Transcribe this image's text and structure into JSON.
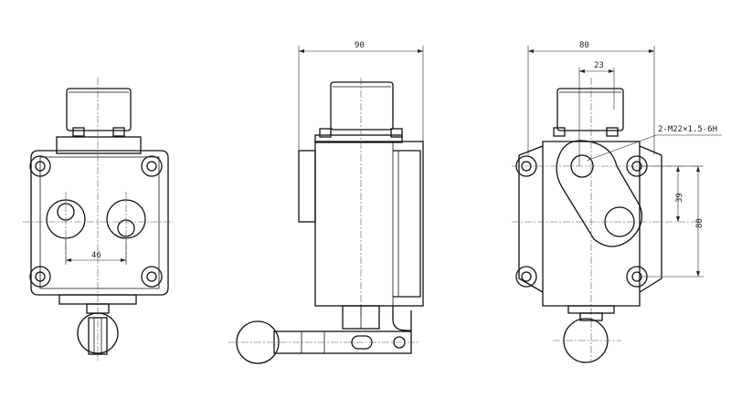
{
  "dimensions": {
    "left_view_hole_spacing": "46",
    "side_view_width": "90",
    "right_view_width": "80",
    "right_view_offset": "23",
    "right_view_thread": "2-M22×1.5-6H",
    "right_view_vertical_small": "39",
    "right_view_vertical_large": "80"
  }
}
